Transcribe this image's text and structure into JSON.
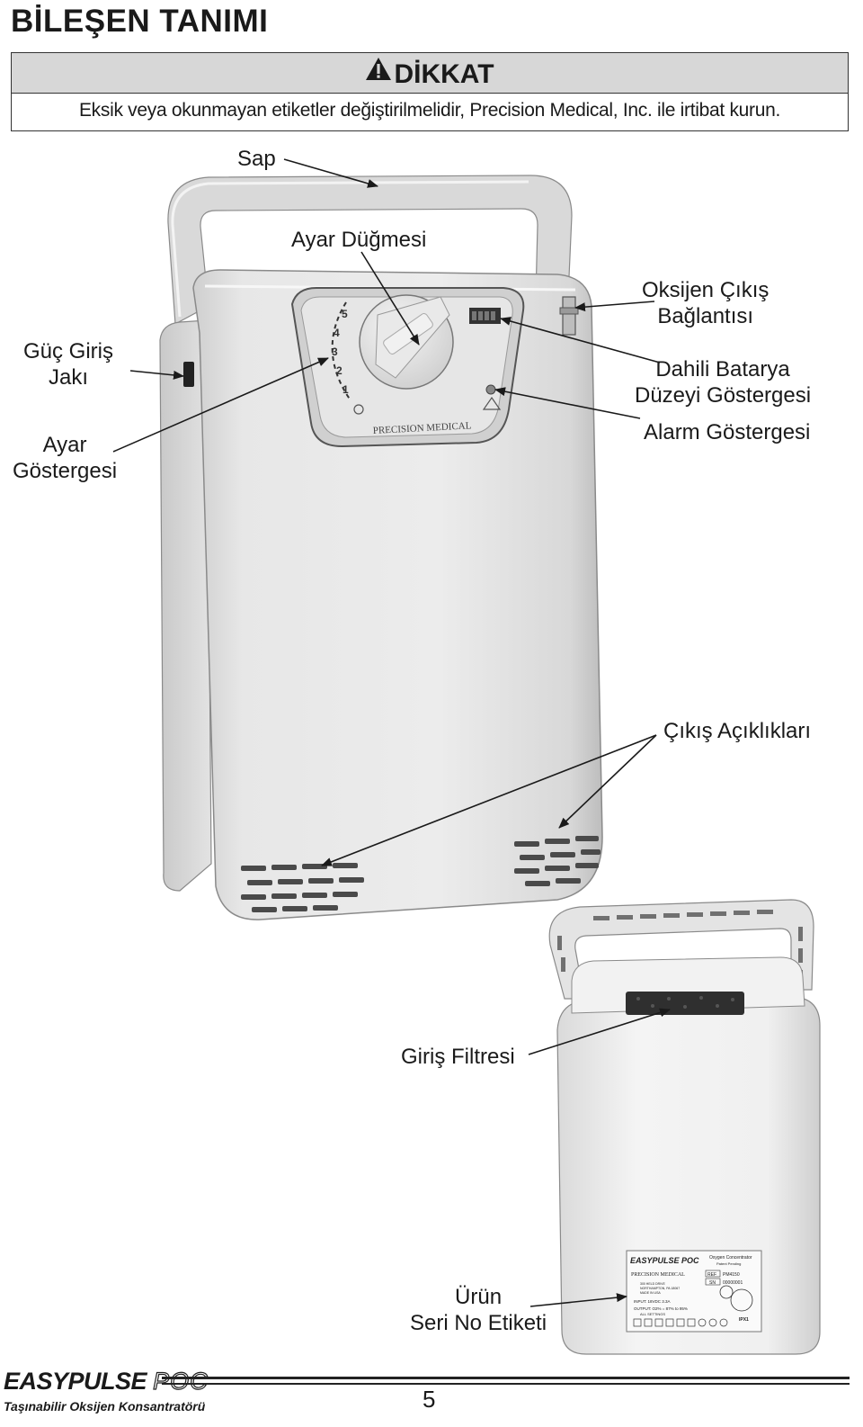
{
  "page": {
    "title": "BİLEŞEN TANIMI",
    "page_number": "5"
  },
  "warning": {
    "heading": "DİKKAT",
    "text": "Eksik veya okunmayan etiketler değiştirilmelidir, Precision Medical, Inc. ile irtibat kurun."
  },
  "labels": {
    "handle": "Sap",
    "dial": "Ayar Düğmesi",
    "oxygen_outlet_1": "Oksijen Çıkış",
    "oxygen_outlet_2": "Bağlantısı",
    "power_jack_1": "Güç Giriş",
    "power_jack_2": "Jakı",
    "battery_1": "Dahili Batarya",
    "battery_2": "Düzeyi Göstergesi",
    "alarm": "Alarm Göstergesi",
    "setting_1": "Ayar",
    "setting_2": "Göstergesi",
    "exhaust": "Çıkış Açıklıkları",
    "intake_filter": "Giriş Filtresi",
    "serial_1": "Ürün",
    "serial_2": "Seri No Etiketi"
  },
  "device": {
    "brand": "PRECISION MEDICAL",
    "dial_numbers": [
      "1",
      "2",
      "3",
      "4",
      "5"
    ]
  },
  "product_label": {
    "brand": "EASYPULSE POC",
    "product": "Oxygen Concentrator",
    "patent": "Patent Pending",
    "company": "PRECISION MEDICAL",
    "address_1": "300 HELD DRIVE",
    "address_2": "NORTHAMPTON, PA 18067",
    "address_3": "MADE IN USA",
    "ref_key": "REF",
    "ref_val": "PM4150",
    "sn_key": "SN",
    "sn_val": "00000001",
    "input": "INPUT: 18VDC 3.3A",
    "output": "OUTPUT: O2% = 87% to 95%",
    "settings": "ALL SETTINGS",
    "ipx": "IPX1"
  },
  "footer": {
    "brand_main": "EASYPULSE",
    "brand_poc": "POC",
    "subtitle": "Taşınabilir Oksijen Konsantratörü"
  }
}
